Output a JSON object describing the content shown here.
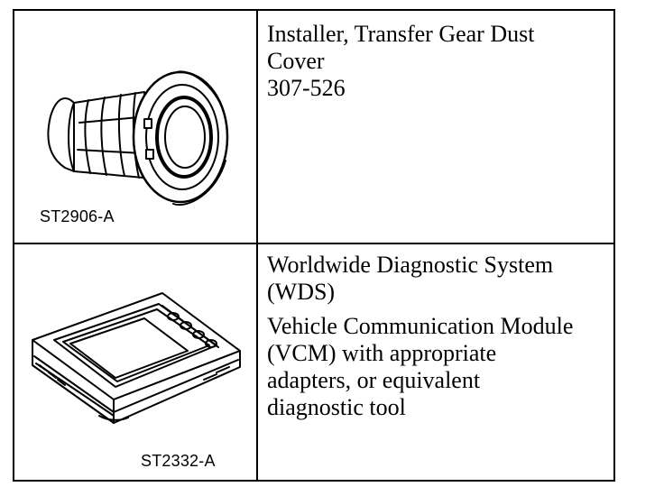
{
  "rows": [
    {
      "figure_label": "ST2906-A",
      "figure_icon": "dust-cover-installer-illustration",
      "description_lines": [
        "Installer, Transfer Gear Dust",
        "Cover",
        "307-526"
      ]
    },
    {
      "figure_label": "ST2332-A",
      "figure_icon": "diagnostic-module-illustration",
      "description_title": [
        "Worldwide Diagnostic System",
        "(WDS)"
      ],
      "description_detail": [
        "Vehicle Communication Module",
        "(VCM) with appropriate",
        "adapters, or equivalent",
        "diagnostic tool"
      ]
    }
  ]
}
